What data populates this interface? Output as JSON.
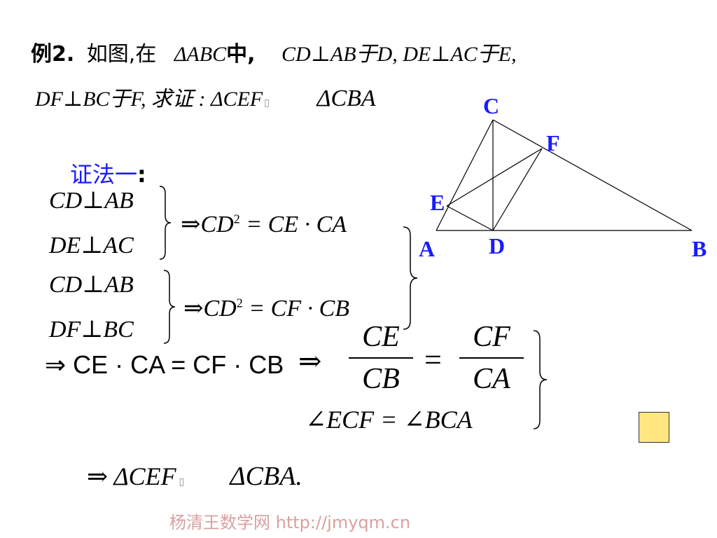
{
  "problem": {
    "label": "例2.",
    "line1_text": "如图,在",
    "line1_triangle": "ΔABC",
    "line1_mid": "中,",
    "line1_cond": "CD⊥AB于D, DE⊥AC于E,",
    "line2_cond": "DF⊥BC于F, 求证 : ΔCEF",
    "line2_sim_glyph": "▯",
    "line2_target": "ΔCBA"
  },
  "proof": {
    "method_label": "证法一",
    "colon": ":",
    "g1_line1": "CD⊥AB",
    "g1_line2": "DE⊥AC",
    "g1_result_prefix": "⇒CD",
    "g1_result_exp": "2",
    "g1_result_rest": " = CE · CA",
    "g2_line1": "CD⊥AB",
    "g2_line2": "DF⊥BC",
    "g2_result_prefix": "⇒CD",
    "g2_result_exp": "2",
    "g2_result_rest": " = CF · CB",
    "equality_line": "⇒ CE · CA = CF · CB",
    "implies": "⇒",
    "frac_left_num": "CE",
    "frac_left_den": "CB",
    "frac_equals": "=",
    "frac_right_num": "CF",
    "frac_right_den": "CA",
    "angle_line": "∠ECF = ∠BCA",
    "conclusion_prefix": "⇒ ΔCEF",
    "conclusion_sim_glyph": "▯",
    "conclusion_target": "ΔCBA."
  },
  "figure": {
    "labels": {
      "C": "C",
      "F": "F",
      "E": "E",
      "A": "A",
      "D": "D",
      "B": "B"
    },
    "label_color": "#1a1aff"
  },
  "widget": {
    "name": "nav-square",
    "fill": "#ffe680",
    "border": "#333333"
  },
  "watermark": {
    "text": "杨清王数学网 http://jmyqm.cn",
    "color": "#d9a0a0"
  }
}
